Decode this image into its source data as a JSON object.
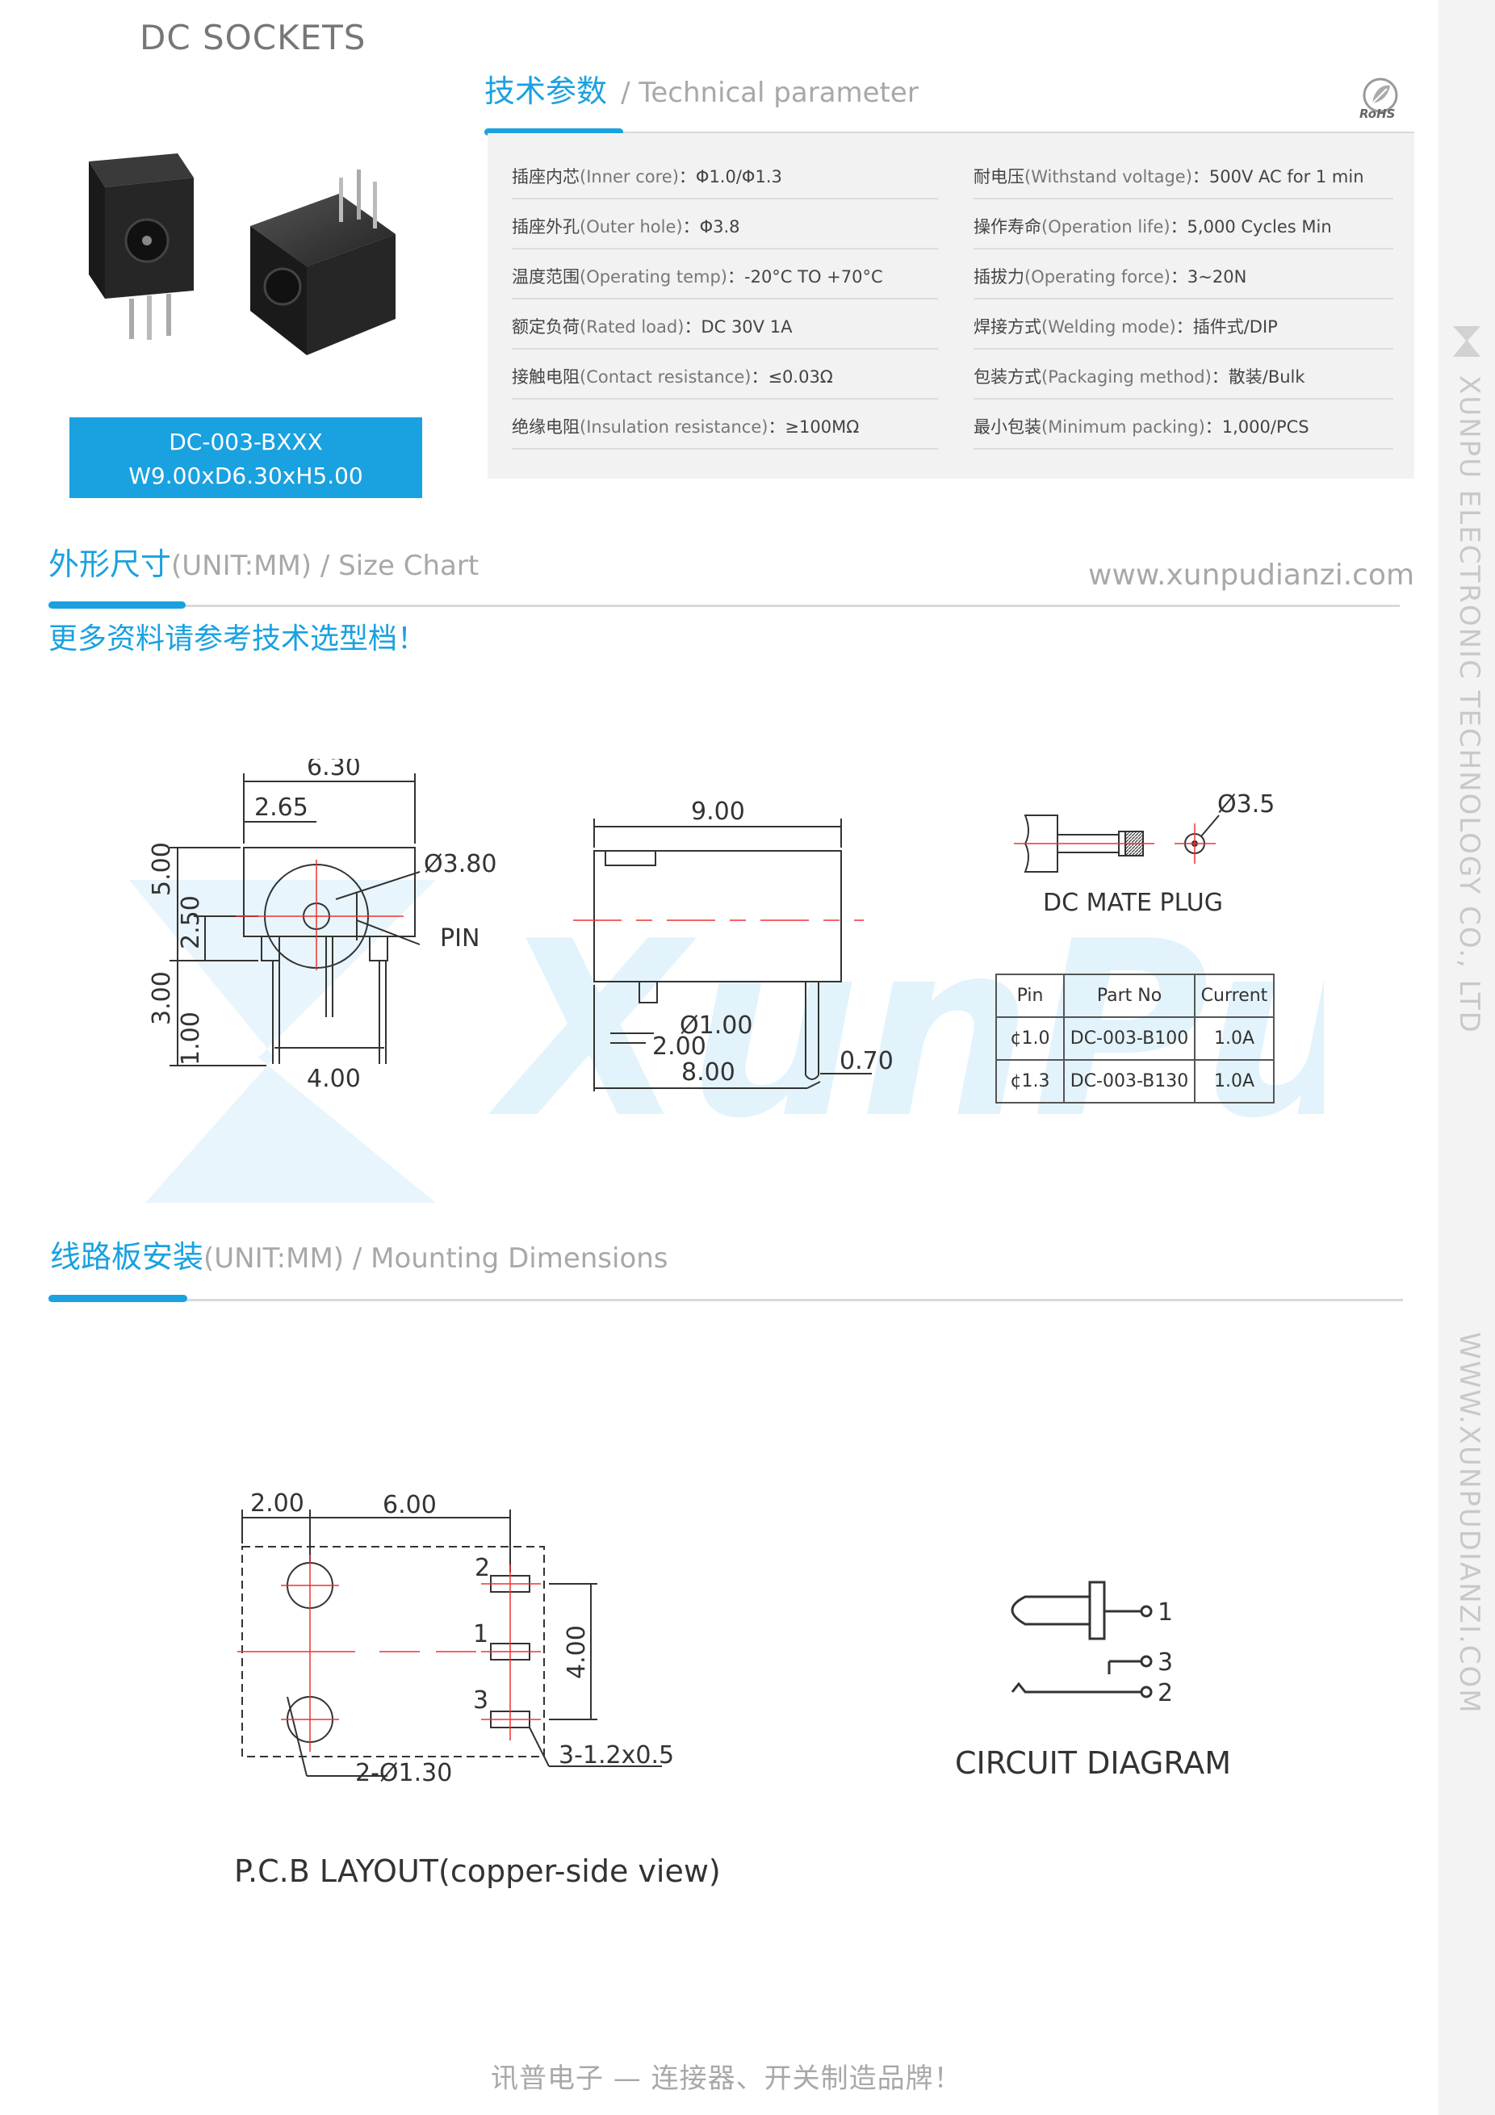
{
  "header": {
    "doc_title": "DC SOCKETS",
    "tech_title_cn": "技术参数",
    "tech_title_en": "/ Technical parameter",
    "rohs_label": "RoHS"
  },
  "product": {
    "model": "DC-003-BXXX",
    "size": "W9.00xD6.30xH5.00"
  },
  "params_left": [
    {
      "cn": "插座内芯",
      "en": "(Inner core)",
      "value": "：Φ1.0/Φ1.3"
    },
    {
      "cn": "插座外孔",
      "en": "(Outer hole)",
      "value": "：Φ3.8"
    },
    {
      "cn": "温度范围",
      "en": "(Operating temp)",
      "value": "：-20°C TO +70°C"
    },
    {
      "cn": "额定负荷",
      "en": "(Rated load)",
      "value": "：DC 30V 1A"
    },
    {
      "cn": "接触电阻",
      "en": "(Contact resistance)",
      "value": "：≤0.03Ω"
    },
    {
      "cn": "绝缘电阻",
      "en": "(Insulation resistance)",
      "value": "：≥100MΩ"
    }
  ],
  "params_right": [
    {
      "cn": "耐电压",
      "en": "(Withstand voltage)",
      "value": "：500V AC for 1 min"
    },
    {
      "cn": "操作寿命",
      "en": "(Operation life)",
      "value": "：5,000 Cycles Min"
    },
    {
      "cn": "插拔力",
      "en": "(Operating force)",
      "value": "：3~20N"
    },
    {
      "cn": "焊接方式",
      "en": "(Welding mode)",
      "value": "：插件式/DIP"
    },
    {
      "cn": "包装方式",
      "en": "(Packaging method)",
      "value": "：散装/Bulk"
    },
    {
      "cn": "最小包装",
      "en": "(Minimum packing)",
      "value": "：1,000/PCS"
    }
  ],
  "size_chart": {
    "title_cn": "外形尺寸",
    "title_en": "(UNIT:MM) / Size Chart",
    "website": "www.xunpudianzi.com",
    "note": "更多资料请参考技术选型档！",
    "front_dims": {
      "w": "6.30",
      "a": "2.65",
      "hole": "Ø3.80",
      "pin": "PIN",
      "h": "5.00",
      "h2": "2.50",
      "leg": "3.00",
      "leg2": "1.00",
      "pitch": "4.00"
    },
    "side_dims": {
      "len": "9.00",
      "pin_d": "Ø1.00",
      "a": "2.00",
      "b": "8.00",
      "c": "0.70"
    },
    "plug": {
      "dia": "Ø3.5",
      "label": "DC  MATE  PLUG"
    },
    "table": {
      "headers": [
        "Pin",
        "Part No",
        "Current"
      ],
      "rows": [
        [
          "¢1.0",
          "DC-003-B100",
          "1.0A"
        ],
        [
          "¢1.3",
          "DC-003-B130",
          "1.0A"
        ]
      ]
    },
    "watermark": "XunPu"
  },
  "mounting": {
    "title_cn": "线路板安装",
    "title_en": "(UNIT:MM) / Mounting Dimensions",
    "pcb_dims": {
      "a": "2.00",
      "b": "6.00",
      "c": "4.00",
      "holes": "2-Ø1.30",
      "slots": "3-1.2x0.5",
      "p1": "1",
      "p2": "2",
      "p3": "3"
    },
    "pcb_label": "P.C.B LAYOUT(copper-side view)",
    "circuit_label": "CIRCUIT DIAGRAM",
    "circuit_pins": {
      "p1": "1",
      "p2": "2",
      "p3": "3"
    }
  },
  "side": {
    "company": "XUNPU ELECTRONIC TECHNOLOGY CO., LTD",
    "site": "WWW.XUNPUDIANZI.COM"
  },
  "footer": {
    "slogan": "讯普电子 — 连接器、开关制造品牌！"
  }
}
